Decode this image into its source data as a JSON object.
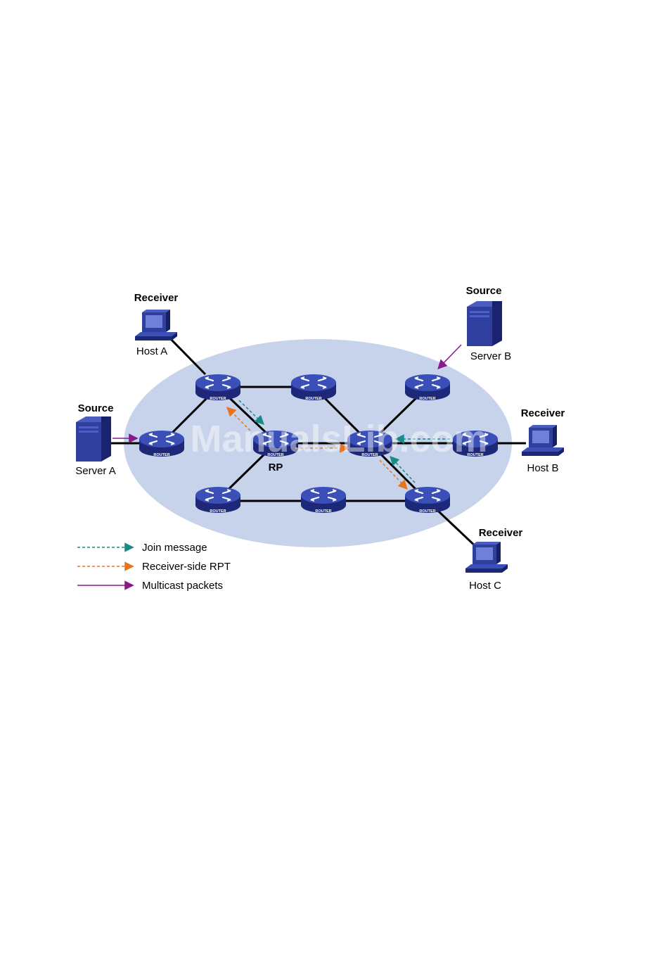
{
  "labels": {
    "receiver_a": "Receiver",
    "host_a": "Host A",
    "source_b": "Source",
    "server_b": "Server B",
    "source_a": "Source",
    "server_a": "Server A",
    "receiver_b": "Receiver",
    "host_b": "Host B",
    "receiver_c": "Receiver",
    "host_c": "Host C",
    "rp": "RP"
  },
  "router_caption": "ROUTER",
  "watermark": "ManualsLib.com",
  "legend": [
    {
      "label": "Join message",
      "color": "#1a8a86",
      "style": "dashed"
    },
    {
      "label": "Receiver-side RPT",
      "color": "#e8731e",
      "style": "dashed"
    },
    {
      "label": "Multicast packets",
      "color": "#8a1a8c",
      "style": "solid"
    }
  ],
  "colors": {
    "domain": "#c6d3ea",
    "router": "#2b3a9a",
    "join": "#1a8a86",
    "rpt": "#e8731e",
    "multicast": "#8a1a8c"
  }
}
